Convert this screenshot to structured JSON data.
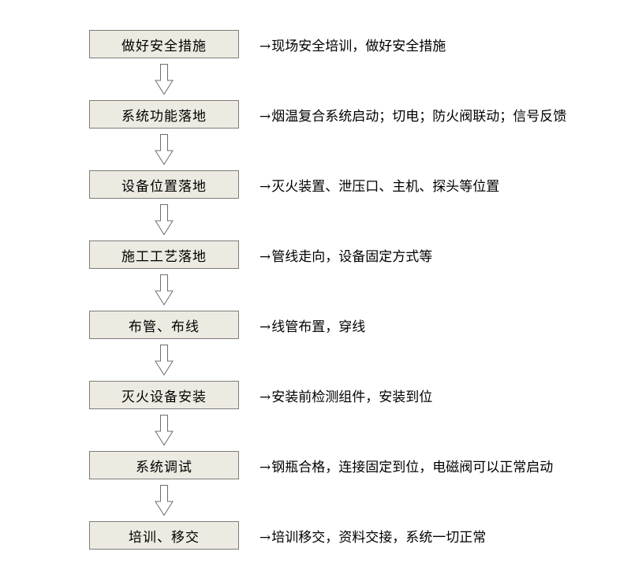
{
  "flowchart": {
    "note_arrow": "→",
    "colors": {
      "box_bg": "#edeae1",
      "box_border": "#7c7c78",
      "arrow_outline": "#6e6e6a",
      "text": "#000000"
    },
    "steps": [
      {
        "label": "做好安全措施",
        "note": "现场安全培训，做好安全措施"
      },
      {
        "label": "系统功能落地",
        "note": "烟温复合系统启动；切电；防火阀联动；信号反馈"
      },
      {
        "label": "设备位置落地",
        "note": "灭火装置、泄压口、主机、探头等位置"
      },
      {
        "label": "施工工艺落地",
        "note": "管线走向，设备固定方式等"
      },
      {
        "label": "布管、布线",
        "note": "线管布置，穿线"
      },
      {
        "label": "灭火设备安装",
        "note": "安装前检测组件，安装到位"
      },
      {
        "label": "系统调试",
        "note": "钢瓶合格，连接固定到位，电磁阀可以正常启动"
      },
      {
        "label": "培训、移交",
        "note": "培训移交，资料交接，系统一切正常"
      }
    ]
  }
}
